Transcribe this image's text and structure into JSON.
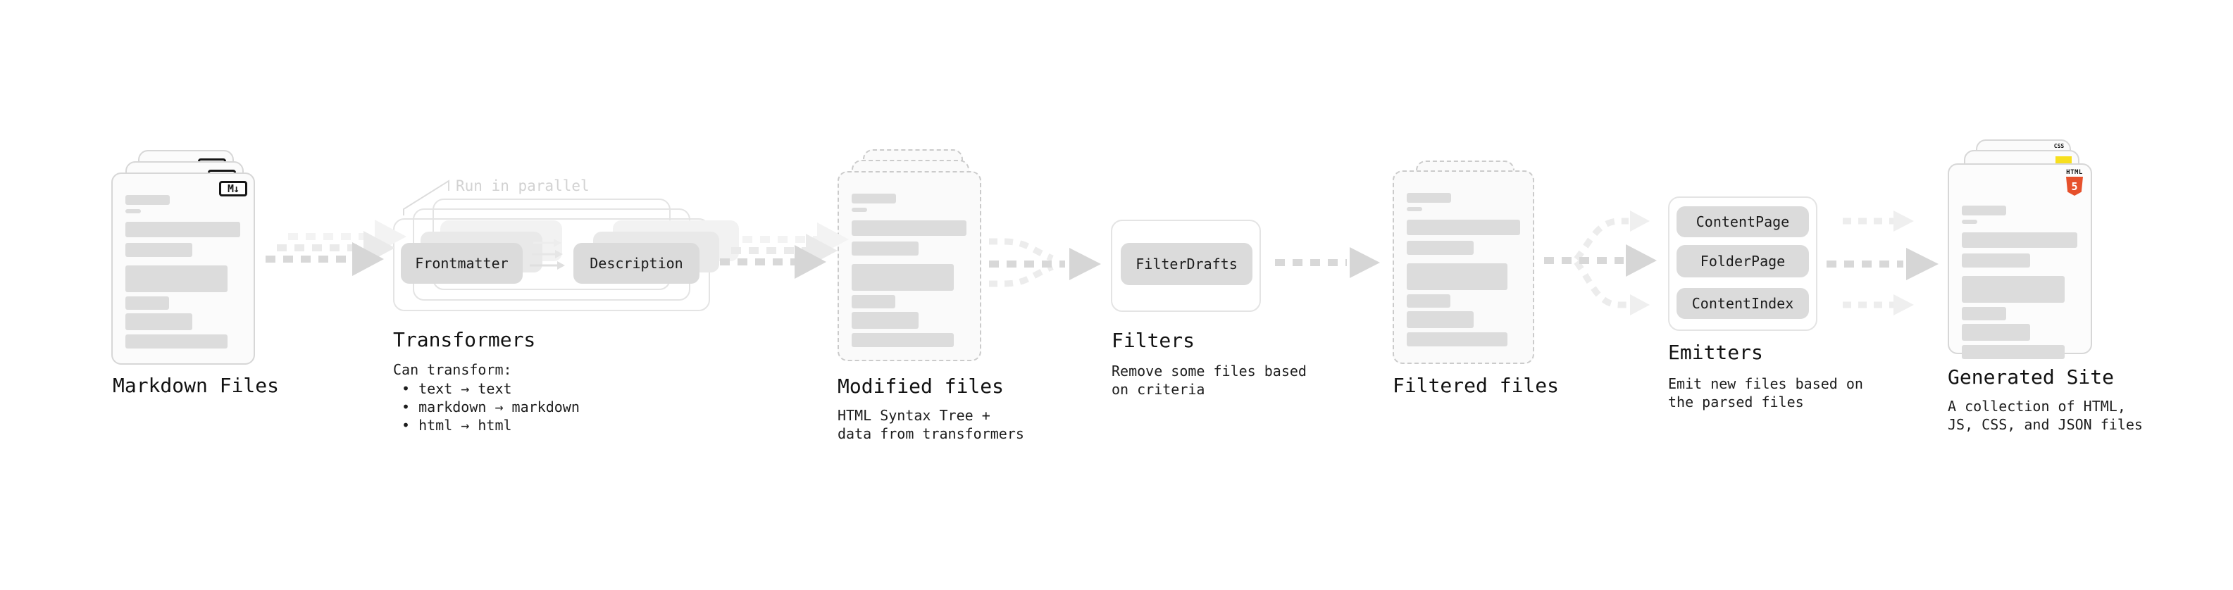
{
  "diagram": {
    "markdown": {
      "title": "Markdown Files",
      "badge": "M↓"
    },
    "transformers": {
      "title": "Transformers",
      "annotation": "Run in parallel",
      "button_left": "Frontmatter",
      "button_right": "Description",
      "note_heading": "Can transform:",
      "bullets": [
        "• text → text",
        "• markdown → markdown",
        "• html → html"
      ]
    },
    "modified": {
      "title": "Modified files",
      "note_line1": "HTML Syntax Tree +",
      "note_line2": "data from transformers"
    },
    "filters": {
      "title": "Filters",
      "button": "FilterDrafts",
      "note_line1": "Remove some files based",
      "note_line2": "on criteria"
    },
    "filtered": {
      "title": "Filtered files"
    },
    "emitters": {
      "title": "Emitters",
      "buttons": [
        "ContentPage",
        "FolderPage",
        "ContentIndex"
      ],
      "note_line1": "Emit new files based on",
      "note_line2": "the parsed files"
    },
    "generated": {
      "title": "Generated Site",
      "note_line1": "A collection of HTML,",
      "note_line2": "JS, CSS, and JSON files",
      "css_badge": "CSS",
      "html_badge_label": "HTML",
      "html_badge_number": "5"
    }
  },
  "colors": {
    "html5_orange": "#e6502b",
    "js_yellow": "#f7df1e",
    "css_blue": "#3b6fe0",
    "placeholder_bar": "#dcdcdc",
    "arrow_main": "#d8d8d8",
    "arrow_ghost": "#ececec",
    "panel_border": "#e4e4e4"
  }
}
